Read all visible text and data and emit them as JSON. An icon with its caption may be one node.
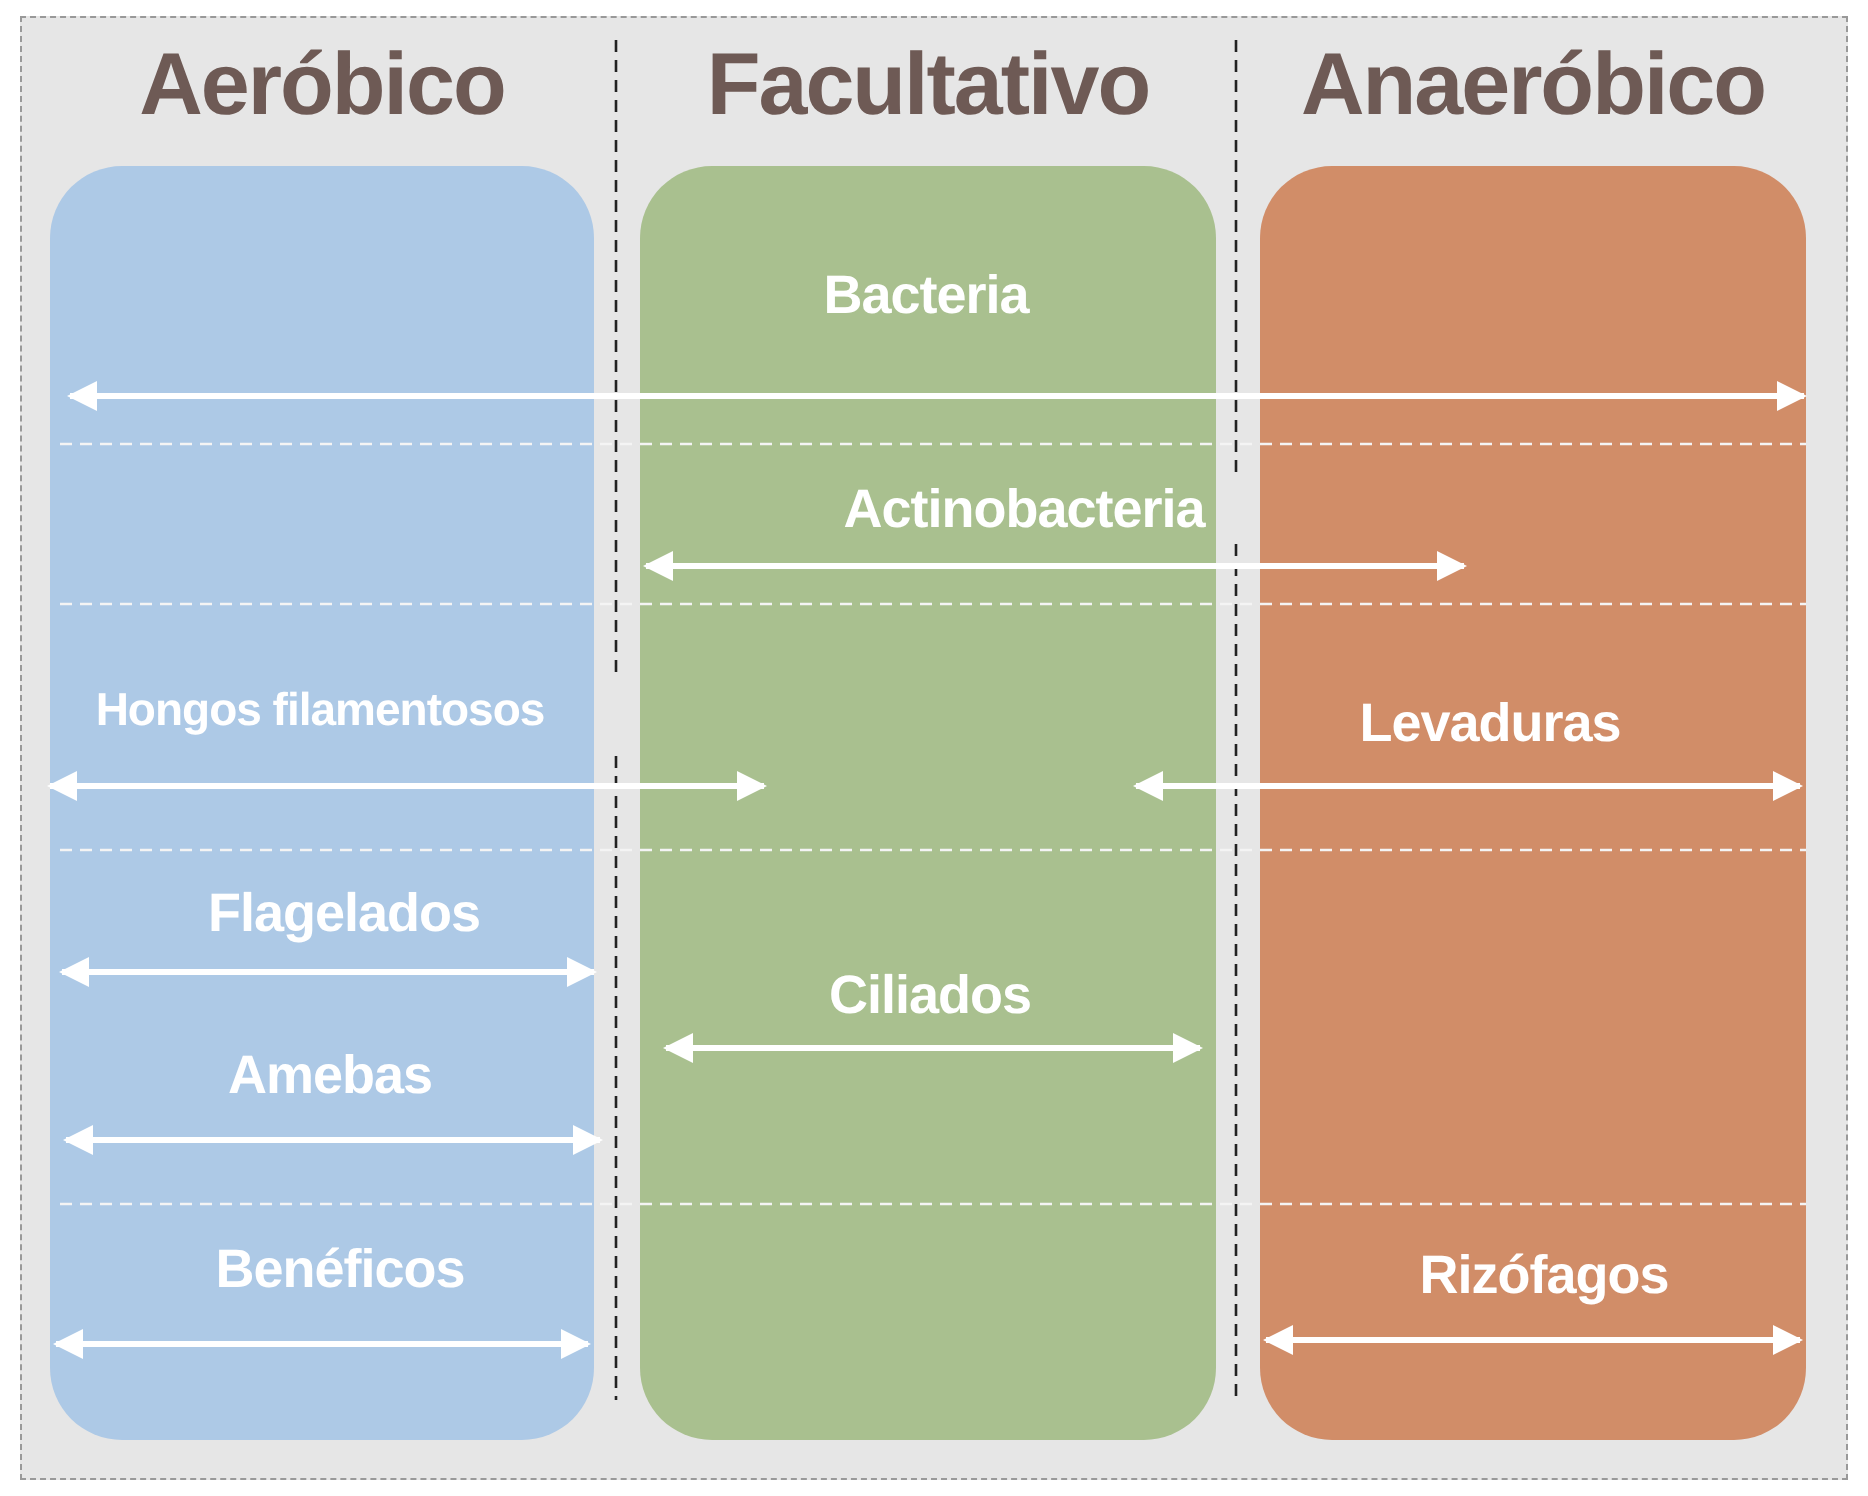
{
  "diagram": {
    "labels": [
      "Aeróbico",
      "Facultativo",
      "Anaeróbico",
      "Bacteria",
      "Actinobacteria",
      "Hongos filamentosos",
      "Levaduras",
      "Flagelados",
      "Ciliados",
      "Amebas",
      "Benéficos",
      "Rizófagos"
    ]
  }
}
